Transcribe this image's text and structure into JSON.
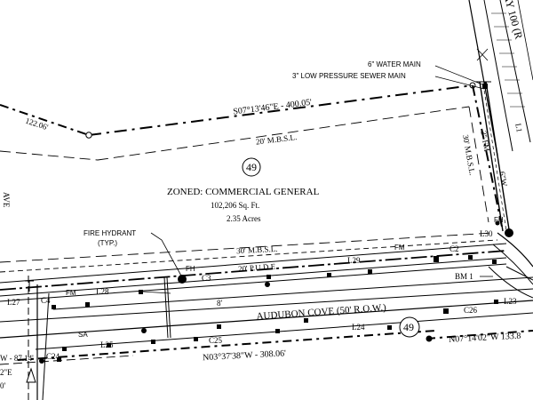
{
  "drawing": {
    "lot_number": "49",
    "lot_number_lower": "49",
    "zoning": "ZONED: COMMERCIAL GENERAL",
    "area_sqft": "102,206 Sq. Ft.",
    "area_acres": "2.35 Acres",
    "top_right_road": "AY 100 (R",
    "water_main": "6\" WATER MAIN",
    "sewer_main": "3\" LOW PRESSURE SEWER MAIN",
    "top_bearing": "S07°13'46\"E - 400.05'",
    "left_dist": "122.06'",
    "mbsl_top": "20' M.B.S.L.",
    "mbsl_bottom": "30' M.B.S.L.",
    "mbsl_right": "30' M.B.S.L.",
    "fm_right": "3\" FM",
    "w_right": "6\"W",
    "pude": "20' P.U.D.E.",
    "road_name": "AUDUBON COVE (50' R.O.W.)",
    "fire_hydrant_1": "FIRE HYDRANT",
    "fire_hydrant_2": "(TYP.)",
    "fh_1": "FH",
    "fh_2": "FH",
    "bm": "BM 1",
    "bottom_bearing": "N03°37'38\"W - 308.06'",
    "bottom_right_bearing": "N07°14'02\"W 133.8",
    "bottom_left_bearing": "W - 87.14'",
    "bottom_left_frag": "2\"E",
    "bottom_left_frag2": "0'",
    "left_frag": "AVE",
    "eight_ft": "8'",
    "fm_1": "FM",
    "fm_2": "FM",
    "sa": "SA",
    "lines": {
      "L1": "L1",
      "L23": "L23",
      "L24": "L24",
      "L25": "L25",
      "L27": "L27",
      "L28": "L28",
      "L29": "L29",
      "L30": "L30"
    },
    "curves": {
      "C2": "C2",
      "C3": "C3",
      "C4": "C4",
      "C24": "C24",
      "C25": "C25",
      "C26": "C26"
    }
  }
}
